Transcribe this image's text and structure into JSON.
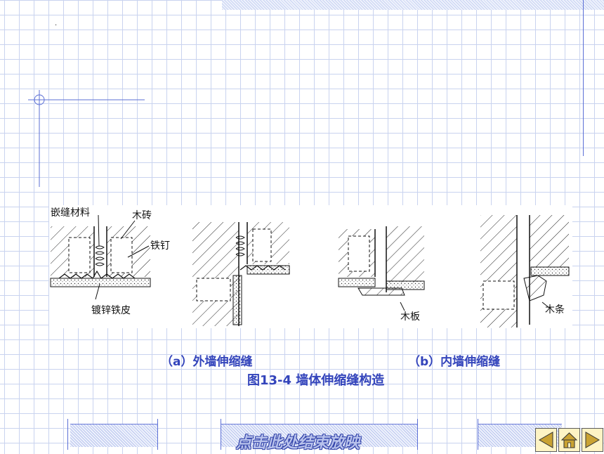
{
  "figure": {
    "labels": {
      "qianfeng": "嵌缝材料",
      "muzhuan": "木砖",
      "tieding": "铁钉",
      "duxin": "镀锌铁皮",
      "muban": "木板",
      "mutiao": "木条"
    },
    "caption_a": "（a）外墙伸缩缝",
    "caption_b": "（b）内墙伸缩缝",
    "caption_main": "图13-4  墙体伸缩缝构造"
  },
  "footer": {
    "end_show": "点击此处结束放映"
  },
  "nav": {
    "prev_icon": "triangle-left-icon",
    "home_icon": "home-icon",
    "next_icon": "triangle-right-icon"
  },
  "colors": {
    "caption": "#3344bb",
    "grid": "#c9d3ef",
    "accent": "#5b6fd6"
  }
}
